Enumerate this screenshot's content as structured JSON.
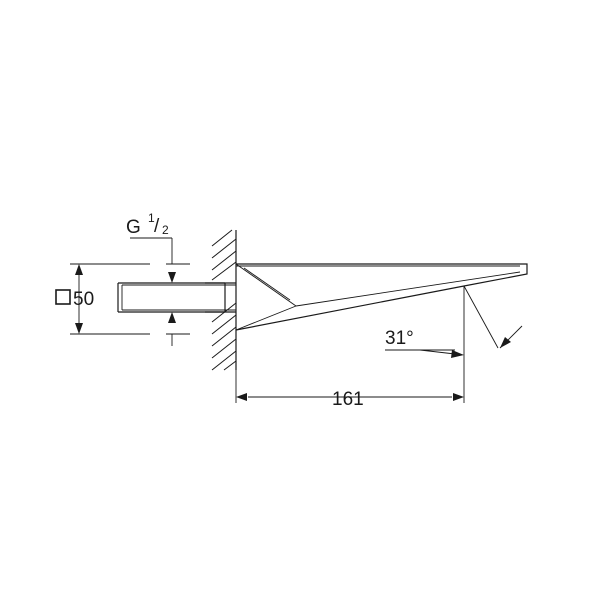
{
  "thread_label": {
    "prefix": "G ",
    "numerator": "1",
    "slash": "/",
    "denominator": "2"
  },
  "square_size": {
    "symbol": "square-symbol",
    "value": "50"
  },
  "length_dimension": "161",
  "angle_dimension": "31°"
}
